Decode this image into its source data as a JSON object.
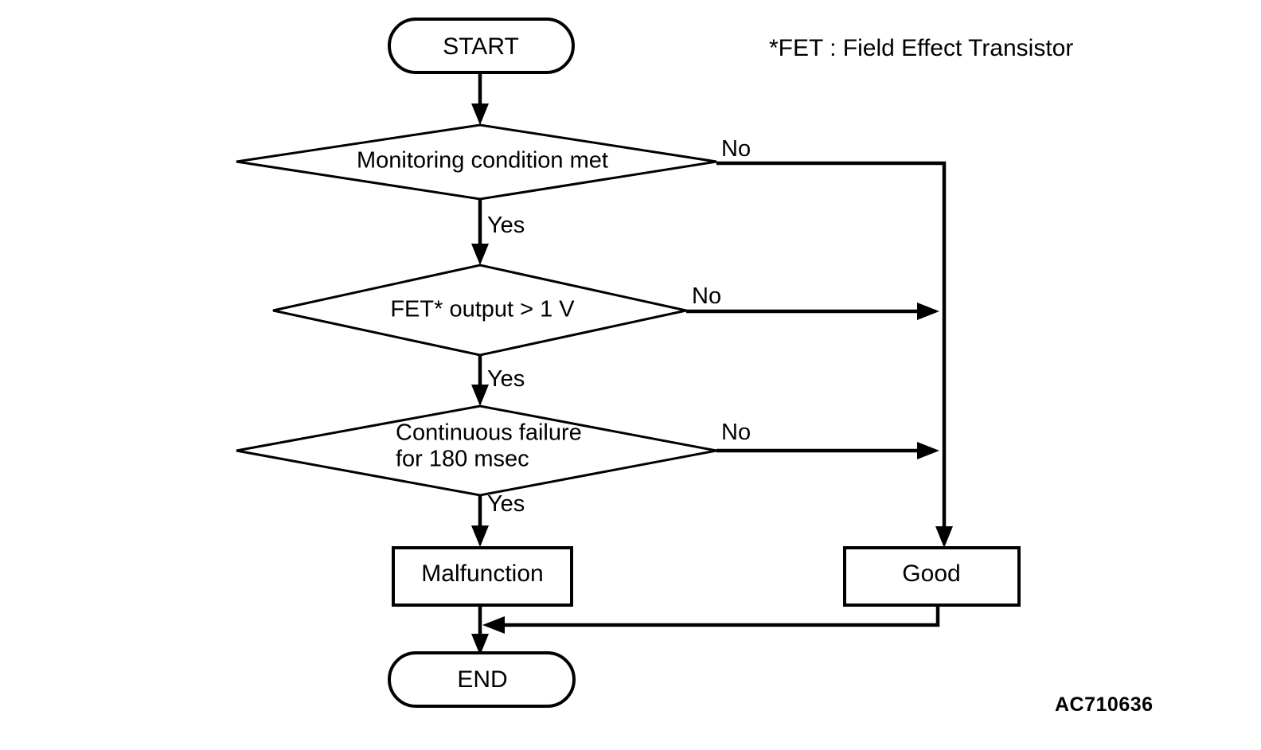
{
  "diagram": {
    "type": "flowchart",
    "title_code": "AC710636",
    "legend": "*FET : Field Effect Transistor",
    "nodes": {
      "start": {
        "label": "START",
        "shape": "terminator"
      },
      "decision1": {
        "label": "Monitoring condition met",
        "shape": "decision"
      },
      "decision2": {
        "label": "FET* output > 1 V",
        "shape": "decision"
      },
      "decision3_line1": "Continuous failure",
      "decision3_line2": "for 180 msec",
      "malfunction": {
        "label": "Malfunction",
        "shape": "process"
      },
      "good": {
        "label": "Good",
        "shape": "process"
      },
      "end": {
        "label": "END",
        "shape": "terminator"
      }
    },
    "edge_labels": {
      "no1": "No",
      "no2": "No",
      "no3": "No",
      "yes1": "Yes",
      "yes2": "Yes",
      "yes3": "Yes"
    },
    "colors": {
      "stroke": "#000000",
      "fill": "#ffffff",
      "background": "#ffffff"
    }
  }
}
